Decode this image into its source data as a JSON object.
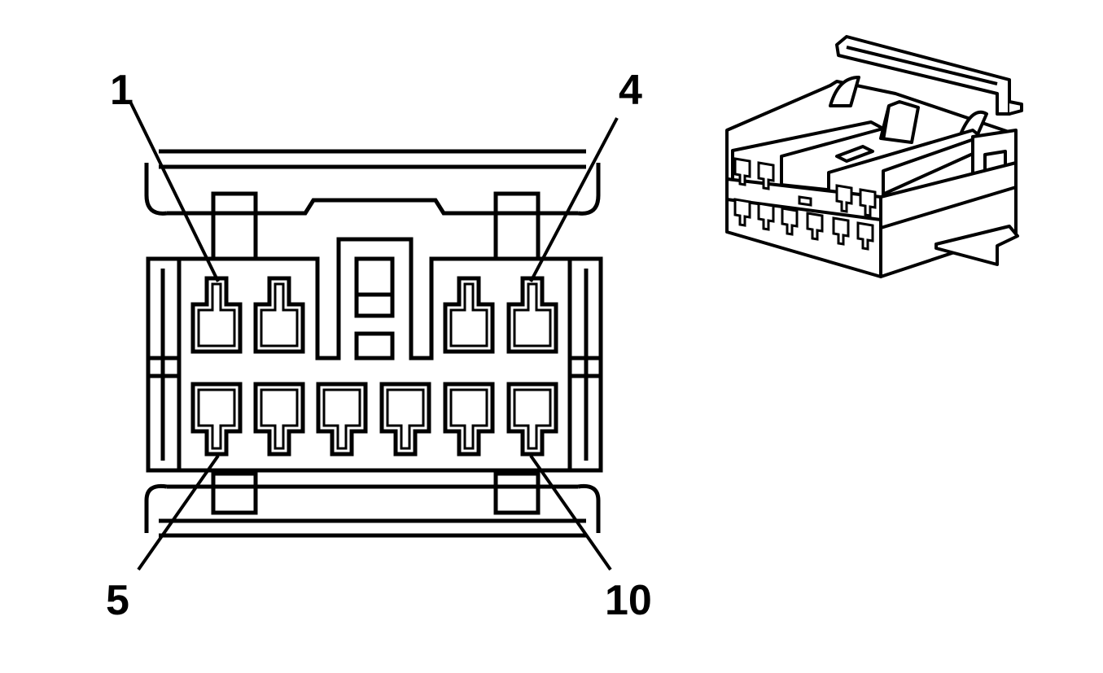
{
  "diagram": {
    "callouts": {
      "pin_1": "1",
      "pin_4": "4",
      "pin_5": "5",
      "pin_10": "10"
    },
    "colors": {
      "stroke": "#000000",
      "background": "#ffffff"
    }
  }
}
